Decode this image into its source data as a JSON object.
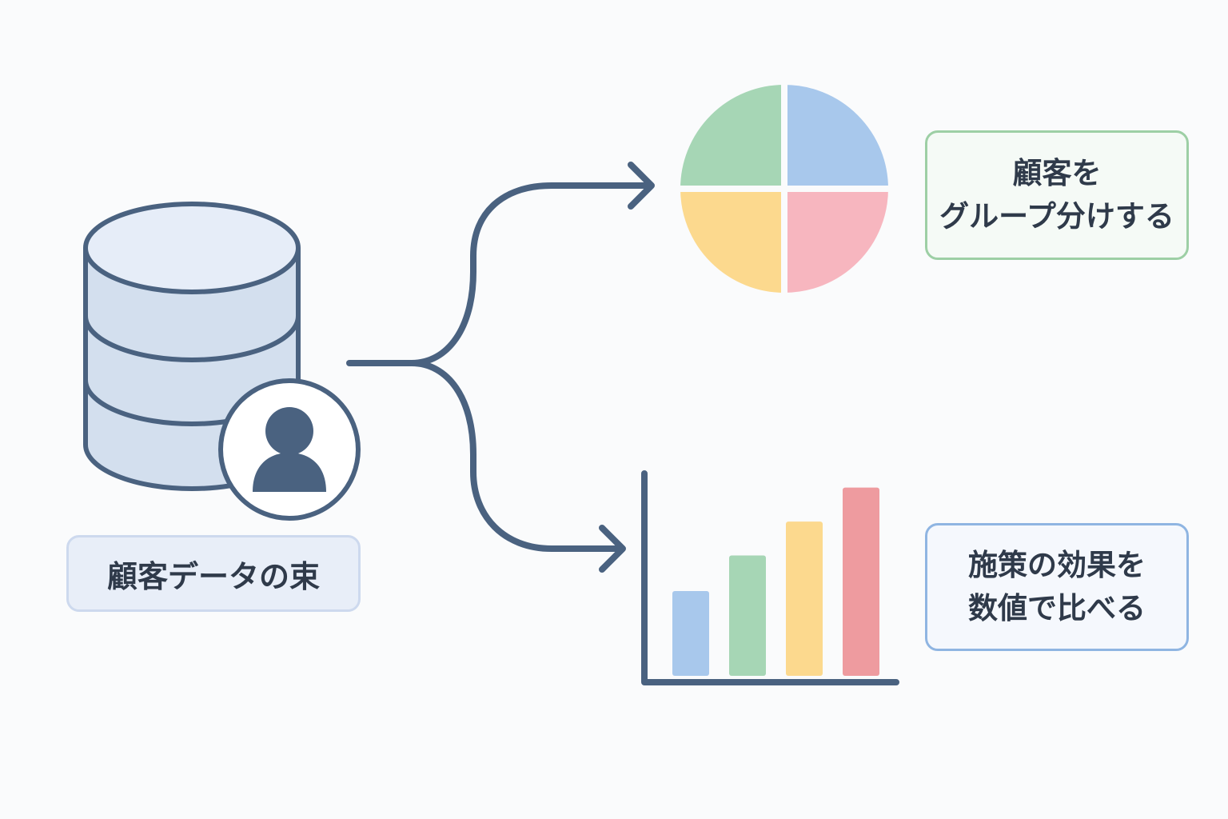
{
  "source": {
    "label": "顧客データの束",
    "icons": [
      "database-icon",
      "user-icon"
    ]
  },
  "outputs": {
    "segment": {
      "lines": [
        "顧客を",
        "グループ分けする"
      ],
      "icon": "pie-chart-icon"
    },
    "compare": {
      "lines": [
        "施策の効果を",
        "数値で比べる"
      ],
      "icon": "bar-chart-icon"
    }
  },
  "colors": {
    "stroke": "#4a6280",
    "database_fill": "#d3dfee",
    "database_top": "#e6edf8",
    "blue": "#a8c8ec",
    "pink": "#f7b6bf",
    "green": "#a6d6b5",
    "yellow": "#fcd98e",
    "red": "#ee9b9f"
  },
  "chart_data": {
    "type": "pie",
    "segments": [
      {
        "color": "#a8c8ec",
        "value": 25
      },
      {
        "color": "#f7b6bf",
        "value": 25
      },
      {
        "color": "#fcd98e",
        "value": 25
      },
      {
        "color": "#a6d6b5",
        "value": 25
      }
    ],
    "bars": {
      "type": "bar",
      "values": [
        1.0,
        1.42,
        1.82,
        2.22
      ],
      "colors": [
        "#a8c8ec",
        "#a6d6b5",
        "#fcd98e",
        "#ee9b9f"
      ]
    }
  }
}
